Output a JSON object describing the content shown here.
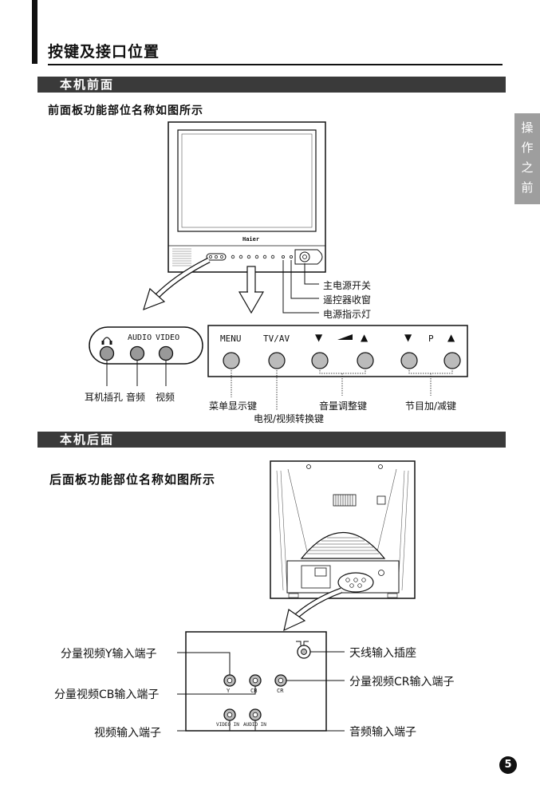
{
  "page": {
    "title": "按键及接口位置",
    "side_tab": [
      "操",
      "作",
      "之",
      "前"
    ],
    "page_number": "5"
  },
  "front": {
    "section_title": "本机前面",
    "description": "前面板功能部位名称如图所示",
    "brand": "Haier",
    "callouts": [
      "主电源开关",
      "遥控器收窗",
      "电源指示灯"
    ],
    "jack_panel": {
      "labels": [
        "AUDIO",
        "VIDEO"
      ],
      "captions": [
        "耳机插孔",
        "音频",
        "视频"
      ]
    },
    "button_panel": {
      "labels": [
        "MENU",
        "TV/AV",
        "▼",
        "▲",
        "▼",
        "P",
        "▲"
      ],
      "captions": [
        "菜单显示键",
        "电视/视频转换键",
        "音量调整键",
        "节目加/减键"
      ]
    }
  },
  "back": {
    "section_title": "本机后面",
    "description": "后面板功能部位名称如图所示",
    "jack_labels": [
      "Y",
      "CB",
      "CR",
      "VIDEO IN",
      "AUDIO IN"
    ],
    "callouts_left": [
      "分量视频Y输入端子",
      "分量视频CB输入端子",
      "视频输入端子"
    ],
    "callouts_right": [
      "天线输入插座",
      "分量视频CR输入端子",
      "音频输入端子"
    ]
  }
}
